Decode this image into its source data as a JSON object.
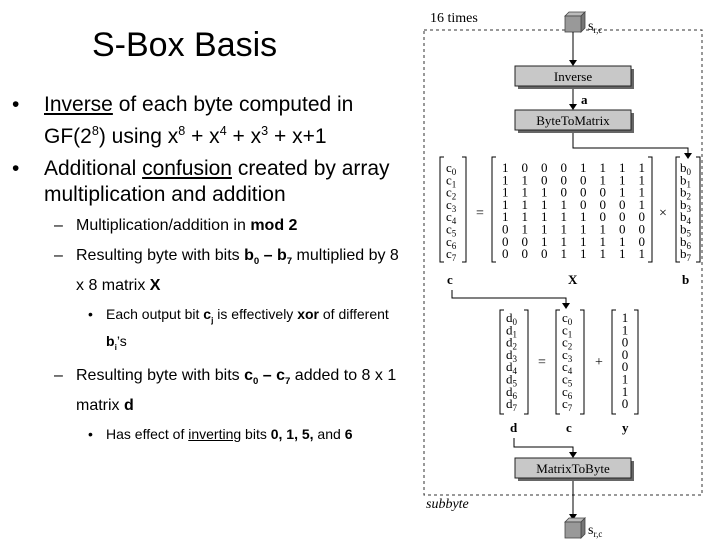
{
  "slide": {
    "title": "S-Box Basis",
    "b1a": {
      "pre": "",
      "u": "Inverse",
      "post": " of each byte computed in GF(2",
      "sup1": "8",
      "mid": ") using x",
      "sup2": "8",
      "m2": " + x",
      "sup3": "4",
      "m3": " + x",
      "sup4": "3",
      "m4": " + x+1"
    },
    "b1b": {
      "pre": "Additional ",
      "u": "confusion",
      "post": " created by array multiplication and addition"
    },
    "b2a": {
      "pre": "Multiplication/addition in ",
      "bold": "mod 2"
    },
    "b2b": {
      "pre": "Resulting byte with bits ",
      "b0": "b",
      "s0": "0",
      "dash": " – b",
      "s7": "7",
      "post": " multiplied by 8 x 8 matrix ",
      "bold": "X"
    },
    "b3a": {
      "pre": "Each output bit ",
      "c": "c",
      "j": "j",
      "mid": " is effectively ",
      "bold": "xor",
      "post": " of different ",
      "b": "b",
      "i": "i",
      "end": "’s"
    },
    "b2c": {
      "pre": "Resulting byte with bits ",
      "c0": "c",
      "s0": "0",
      "dash": " – c",
      "s7": "7",
      "post": " added to 8 x 1 matrix ",
      "bold": "d"
    },
    "b3b": {
      "pre": "Has effect of ",
      "u": "inverting",
      "mid": " bits ",
      "bold": "0, 1, 5,",
      "post": " and ",
      "bold2": "6"
    }
  },
  "diagram": {
    "times_label": "16 times",
    "s_in": "s",
    "s_sub": "r,c",
    "inverse": "Inverse",
    "a_label": "a",
    "byte_to_matrix": "ByteToMatrix",
    "c_vec": [
      "c0",
      "c1",
      "c2",
      "c3",
      "c4",
      "c5",
      "c6",
      "c7"
    ],
    "eq": "=",
    "x_matrix": [
      [
        "1",
        "0",
        "0",
        "0",
        "1",
        "1",
        "1",
        "1"
      ],
      [
        "1",
        "1",
        "0",
        "0",
        "0",
        "1",
        "1",
        "1"
      ],
      [
        "1",
        "1",
        "1",
        "0",
        "0",
        "0",
        "1",
        "1"
      ],
      [
        "1",
        "1",
        "1",
        "1",
        "0",
        "0",
        "0",
        "1"
      ],
      [
        "1",
        "1",
        "1",
        "1",
        "1",
        "0",
        "0",
        "0"
      ],
      [
        "0",
        "1",
        "1",
        "1",
        "1",
        "1",
        "0",
        "0"
      ],
      [
        "0",
        "0",
        "1",
        "1",
        "1",
        "1",
        "1",
        "0"
      ],
      [
        "0",
        "0",
        "0",
        "1",
        "1",
        "1",
        "1",
        "1"
      ]
    ],
    "times_sign": "×",
    "b_vec": [
      "b0",
      "b1",
      "b2",
      "b3",
      "b4",
      "b5",
      "b6",
      "b7"
    ],
    "lbl_c": "c",
    "lbl_X": "X",
    "lbl_b": "b",
    "d_vec": [
      "d0",
      "d1",
      "d2",
      "d3",
      "d4",
      "d5",
      "d6",
      "d7"
    ],
    "c_vec2": [
      "c0",
      "c1",
      "c2",
      "c3",
      "c4",
      "c5",
      "c6",
      "c7"
    ],
    "plus": "+",
    "y_vec": [
      "1",
      "1",
      "0",
      "0",
      "0",
      "1",
      "1",
      "0"
    ],
    "lbl_d": "d",
    "lbl_c2": "c",
    "lbl_y": "y",
    "matrix_to_byte": "MatrixToByte",
    "subbyte": "subbyte"
  }
}
